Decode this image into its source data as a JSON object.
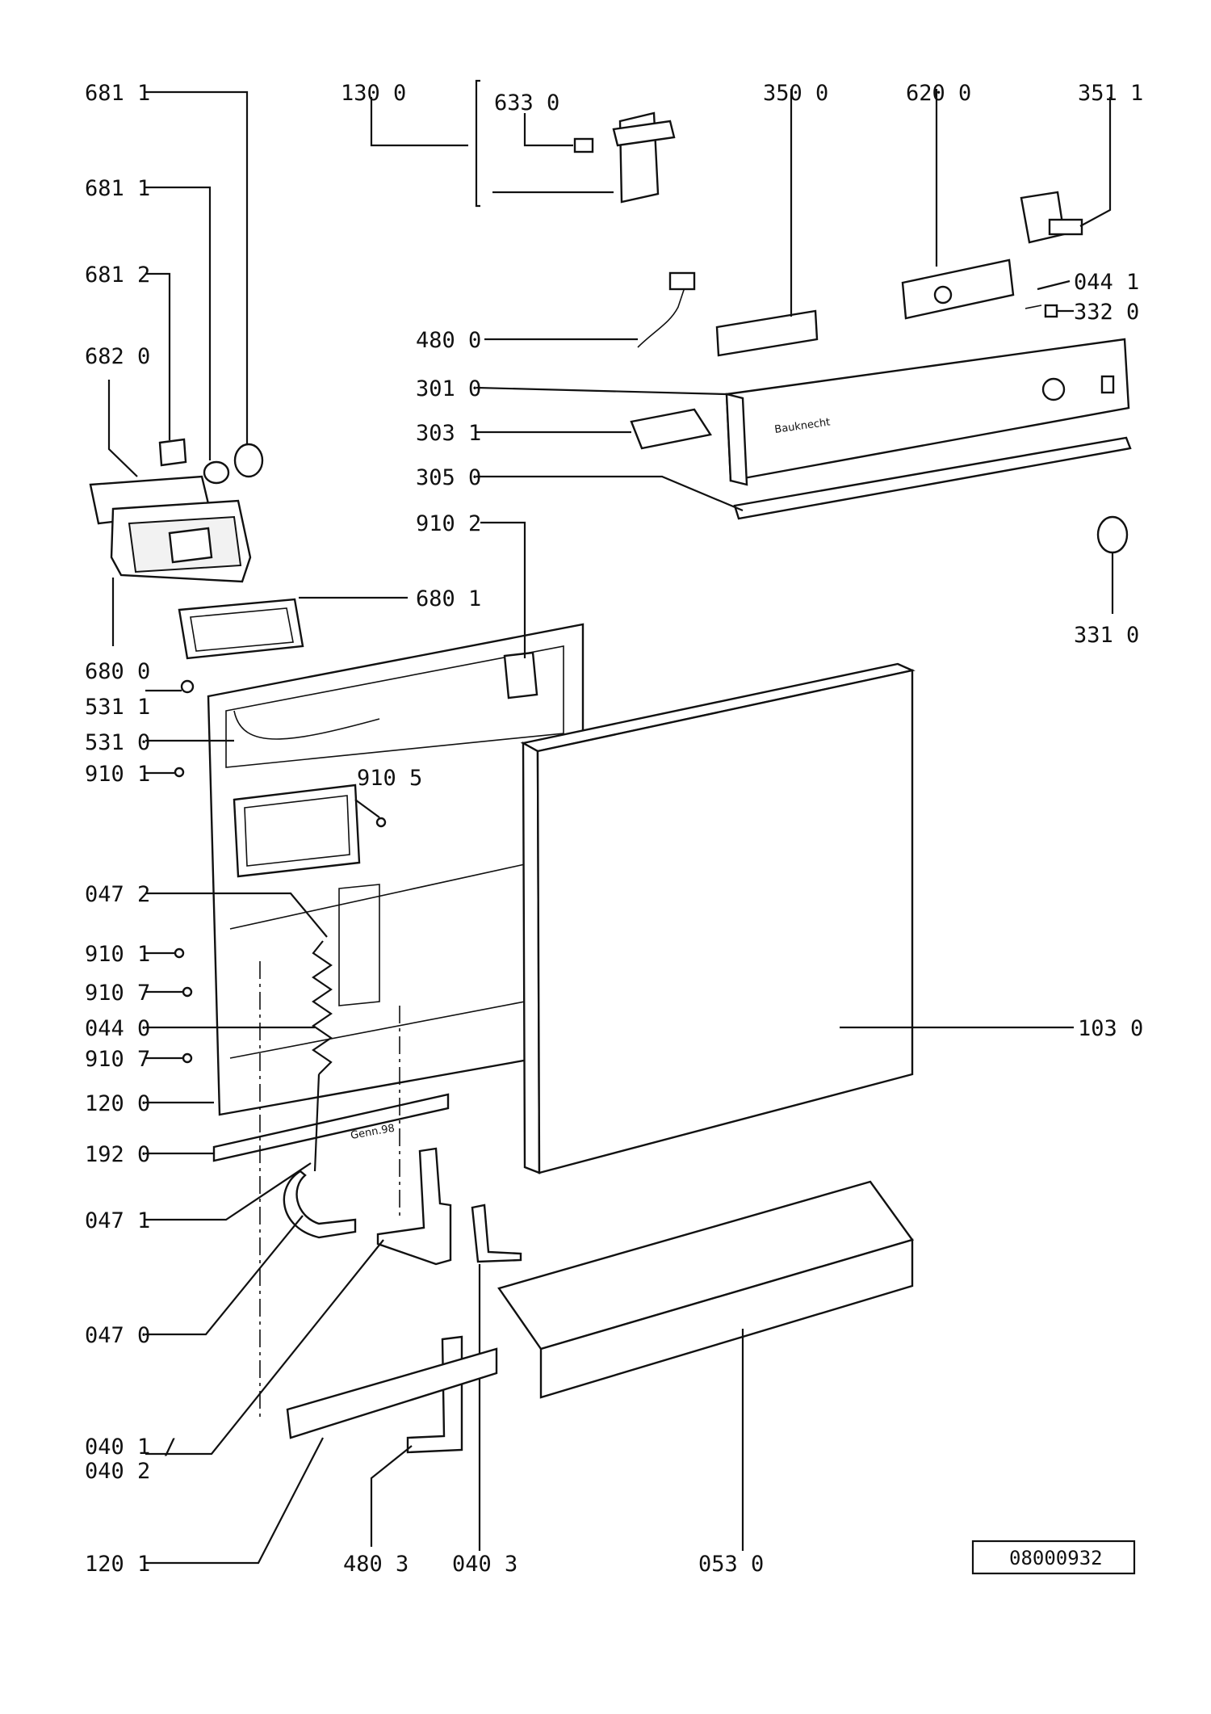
{
  "diagram": {
    "labels": {
      "l_681_1a": "681 1",
      "l_681_1b": "681 1",
      "l_681_2": "681 2",
      "l_682_0": "682 0",
      "l_680_0": "680 0",
      "l_680_1": "680 1",
      "l_531_1": "531 1",
      "l_531_0": "531 0",
      "l_910_1a": "910 1",
      "l_910_5": "910 5",
      "l_047_2": "047 2",
      "l_910_1b": "910 1",
      "l_910_7a": "910 7",
      "l_044_0": "044 0",
      "l_910_7b": "910 7",
      "l_120_0": "120 0",
      "l_192_0": "192 0",
      "l_047_1": "047 1",
      "l_047_0": "047 0",
      "l_040_1": "040 1 /",
      "l_040_2": "040 2",
      "l_120_1": "120 1",
      "l_480_3": "480 3",
      "l_040_3": "040 3",
      "l_053_0": "053 0",
      "l_130_0": "130 0",
      "l_633_0": "633 0",
      "l_350_0": "350 0",
      "l_620_0": "620 0",
      "l_351_1": "351 1",
      "l_044_1": "044 1",
      "l_332_0": "332 0",
      "l_480_0": "480 0",
      "l_301_0": "301 0",
      "l_303_1": "303 1",
      "l_305_0": "305 0",
      "l_910_2": "910 2",
      "l_331_0": "331 0",
      "l_103_0": "103 0"
    },
    "panel_brand": "Bauknecht",
    "stamp": "Genn.98",
    "drawing_id": "08000932"
  }
}
